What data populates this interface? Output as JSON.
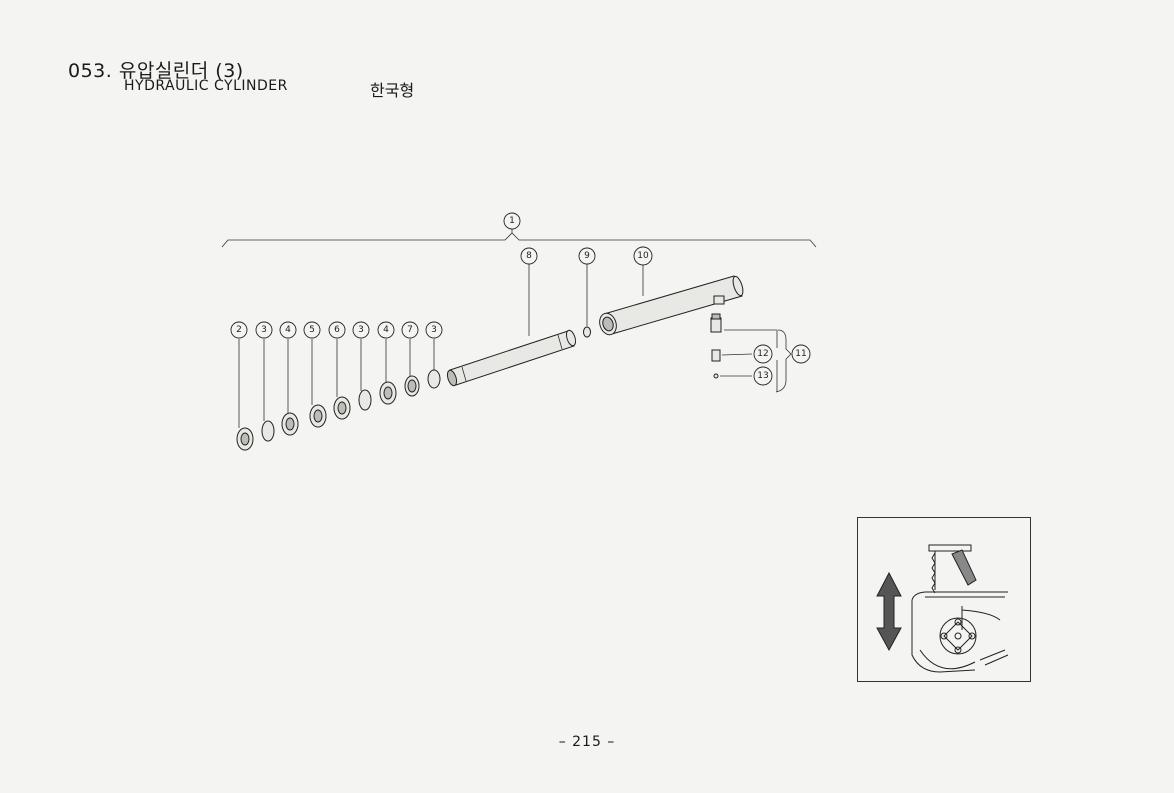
{
  "header": {
    "number": "053.",
    "title_kr": "유압실린더 (3)",
    "title_en": "HYDRAULIC CYLINDER",
    "variant_kr": "한국형"
  },
  "callouts": {
    "c1": "1",
    "c2": "2",
    "c3a": "3",
    "c4a": "4",
    "c5": "5",
    "c6": "6",
    "c3b": "3",
    "c4b": "4",
    "c7": "7",
    "c3c": "3",
    "c8": "8",
    "c9": "9",
    "c10": "10",
    "c11": "11",
    "c12": "12",
    "c13": "13"
  },
  "footer": {
    "page": "– 215 –"
  }
}
